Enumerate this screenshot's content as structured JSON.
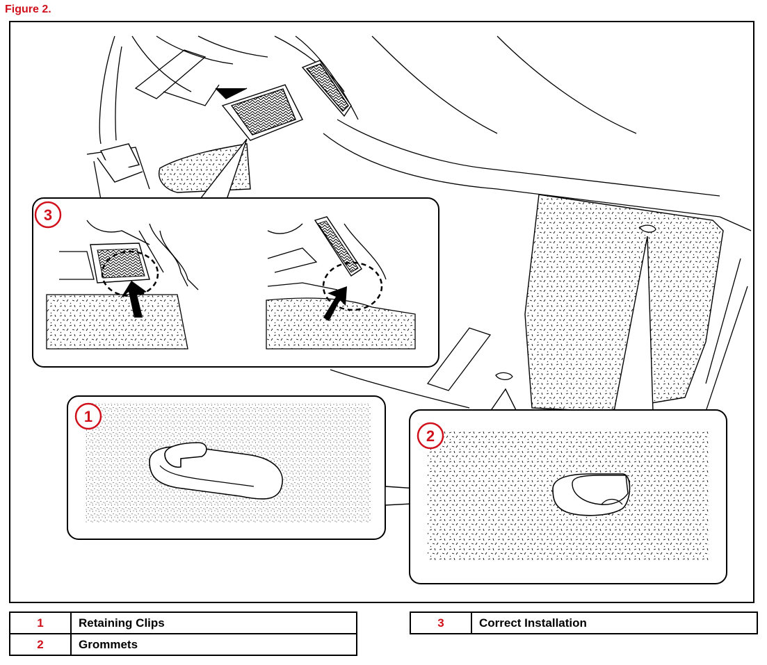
{
  "figure_title": "Figure 2.",
  "callouts": {
    "c1": "1",
    "c2": "2",
    "c3": "3"
  },
  "legend_left": [
    {
      "num": "1",
      "label": "Retaining Clips"
    },
    {
      "num": "2",
      "label": "Grommets"
    }
  ],
  "legend_right": [
    {
      "num": "3",
      "label": "Correct Installation"
    }
  ],
  "colors": {
    "callout_red": "#d0101a",
    "line": "#000000"
  }
}
